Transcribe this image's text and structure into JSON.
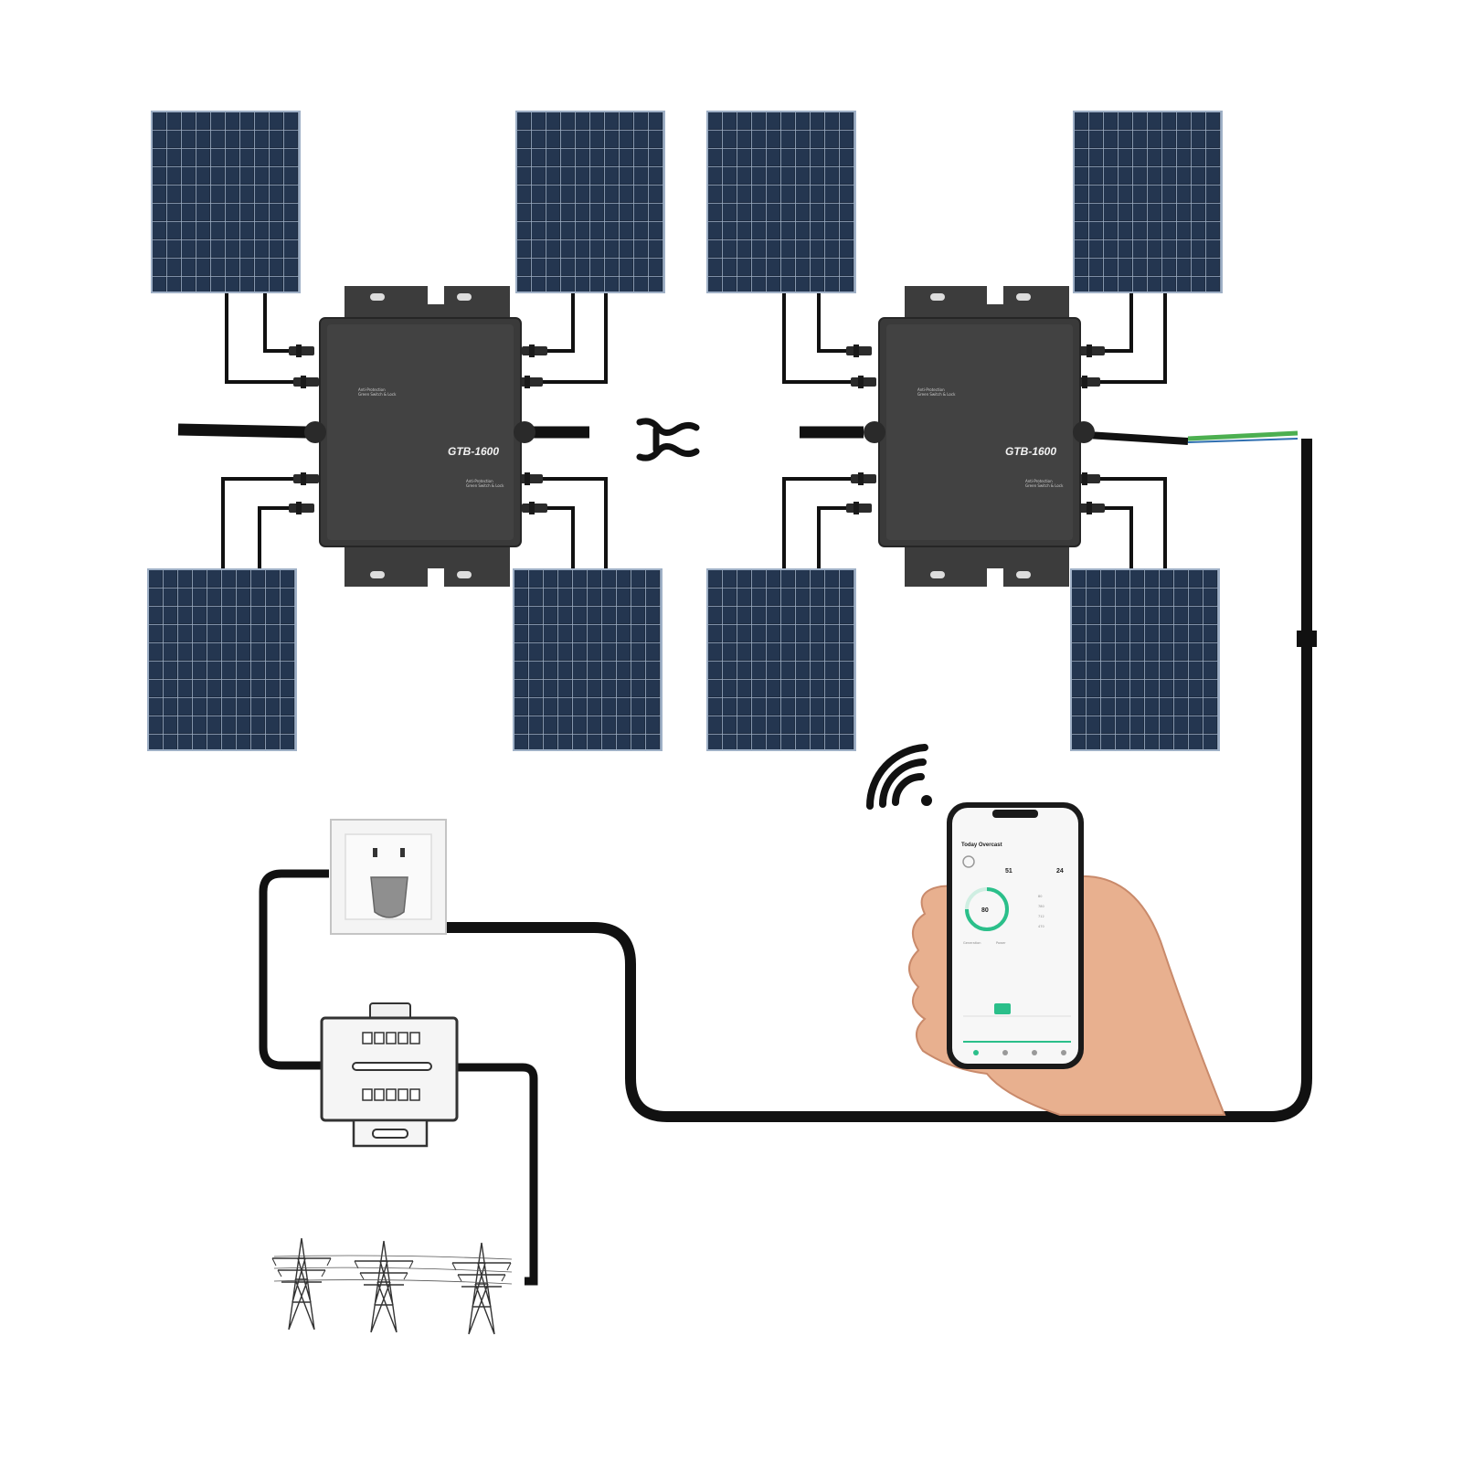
{
  "diagram": {
    "inverter_model": "GTB-1600",
    "inverter_small_text_1": "Anti-Protection",
    "inverter_small_text_2": "Green Switch & Lock",
    "icons": {
      "solar_panel": "solar-panel-icon",
      "inverter": "microinverter-icon",
      "connector": "ac-connector-icon",
      "wifi": "wifi-icon",
      "phone": "smartphone-icon",
      "socket": "wall-socket-icon",
      "meter": "electric-meter-icon",
      "tower": "power-tower-icon"
    },
    "colors": {
      "panel": "#1d2b3f",
      "panel_grid": "#8da0b8",
      "inverter": "#3a3a3a",
      "cable": "#111111",
      "ground_wire": "#4caf50",
      "app_accent": "#2bbf8a"
    }
  },
  "app": {
    "title": "Today  Overcast",
    "stat_1": "51",
    "stat_2": "24",
    "gauge_value": "80",
    "row_values": [
      "80",
      "780",
      "712",
      "470"
    ],
    "tab_1": "Generation",
    "tab_2": "Power"
  }
}
